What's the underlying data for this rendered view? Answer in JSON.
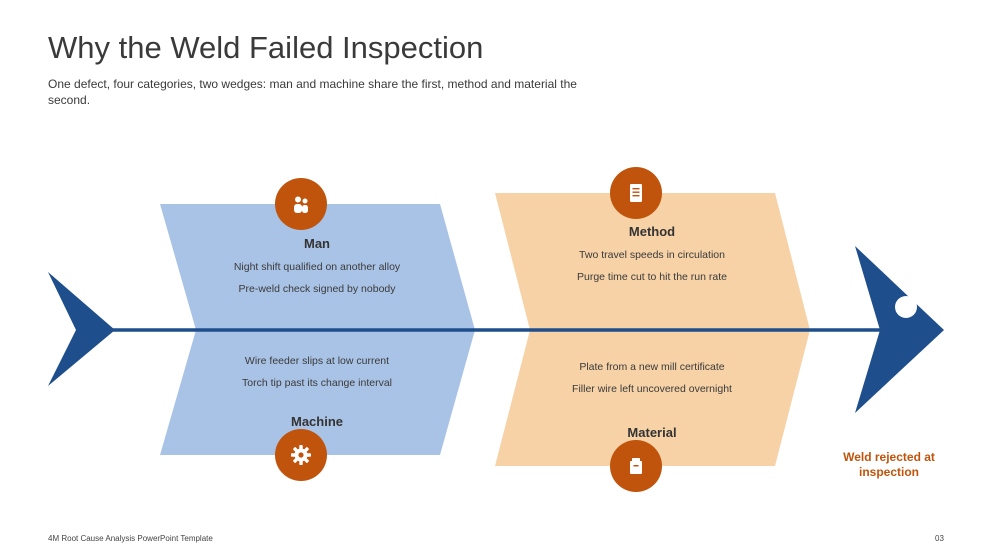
{
  "title": "Why the Weld Failed Inspection",
  "subtitle": "One defect, four categories, two wedges: man and machine share the first, method and material the second.",
  "colors": {
    "wedge_man_machine": "#a9c3e6",
    "wedge_method_material": "#f6d2a6",
    "spine": "#1f4e8c",
    "icon_circle": "#c0540c",
    "effect_text": "#c0540c"
  },
  "categories": {
    "man": {
      "name": "Man",
      "icon": "people-icon",
      "causes": [
        "Night shift qualified on another alloy",
        "Pre-weld check signed by nobody"
      ]
    },
    "machine": {
      "name": "Machine",
      "icon": "gear-icon",
      "causes": [
        "Wire feeder slips at low current",
        "Torch tip past its change interval"
      ]
    },
    "method": {
      "name": "Method",
      "icon": "document-icon",
      "causes": [
        "Two travel speeds in circulation",
        "Purge time cut to hit the run rate"
      ]
    },
    "material": {
      "name": "Material",
      "icon": "box-icon",
      "causes": [
        "Plate from a new mill certificate",
        "Filler wire left uncovered overnight"
      ]
    }
  },
  "effect": {
    "line1": "Weld rejected at",
    "line2": "inspection"
  },
  "footer": {
    "template_name": "4M Root Cause Analysis PowerPoint Template",
    "page_number": "03"
  }
}
